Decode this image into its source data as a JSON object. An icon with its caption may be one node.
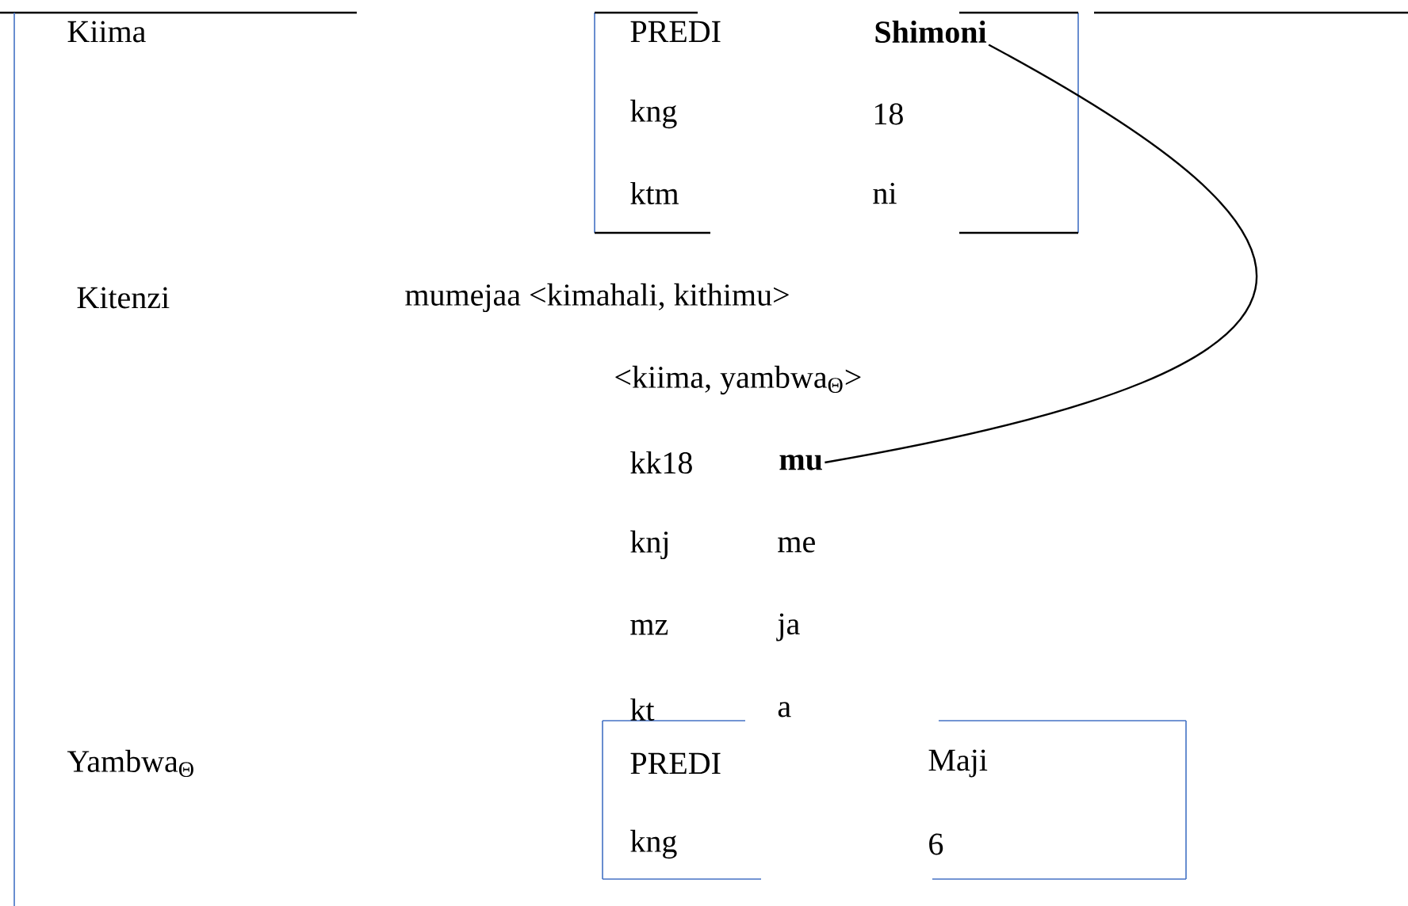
{
  "diagram": {
    "nodes": [
      {
        "text": [
          "PREDI",
          "kng",
          "18",
          "ktm",
          "ni"
        ]
      },
      {
        "text": [
          "Shimoni"
        ],
        "in": 0
      },
      {
        "text": [
          "mu"
        ]
      },
      {
        "text": [
          "PREDI",
          "Maji",
          "kng",
          "6"
        ]
      }
    ],
    "edges": [
      {
        "from": 1,
        "to": 2,
        "arrow": "none"
      }
    ],
    "labels": [
      "Kiima",
      "Kitenzi",
      "mumejaa <kimahali, kithimu>",
      "<kiima, yambwa$_{Θ}$>",
      "kk18",
      "knj",
      "me",
      "mz",
      "ja",
      "kt",
      "a",
      "Yambwa$_{Θ}$"
    ]
  }
}
